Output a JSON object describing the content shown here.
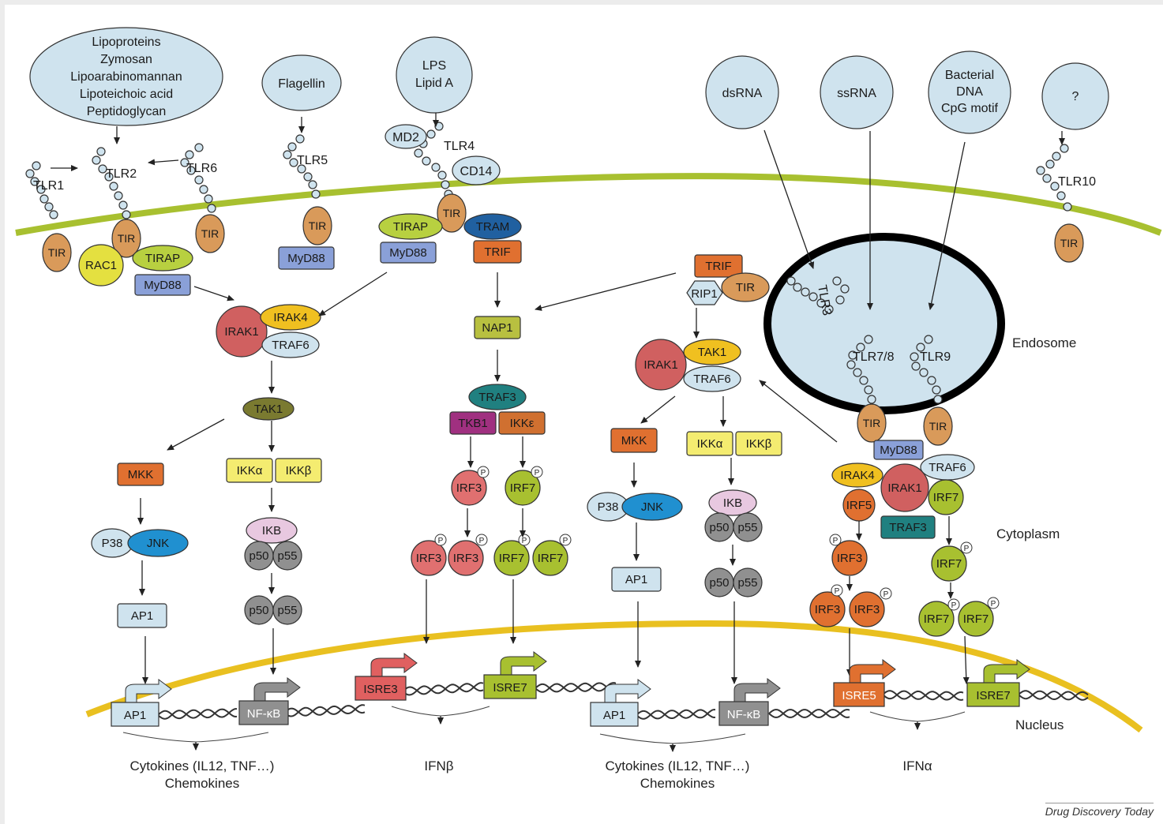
{
  "ligands": {
    "tlr2_group": [
      "Lipoproteins",
      "Zymosan",
      "Lipoarabinomannan",
      "Lipoteichoic acid",
      "Peptidoglycan"
    ],
    "tlr5": "Flagellin",
    "tlr4": [
      "LPS",
      "Lipid A"
    ],
    "tlr3": "dsRNA",
    "tlr78": "ssRNA",
    "tlr9": [
      "Bacterial",
      "DNA",
      "CpG motif"
    ],
    "tlr10": "?"
  },
  "receptors": {
    "tlr1": "TLR1",
    "tlr2": "TLR2",
    "tlr6": "TLR6",
    "tlr5": "TLR5",
    "tlr4": "TLR4",
    "md2": "MD2",
    "cd14": "CD14",
    "tlr10": "TLR10",
    "tlr3": "TLR3",
    "tlr78": "TLR7/8",
    "tlr9": "TLR9",
    "tir": "TIR"
  },
  "adaptors": {
    "rac1": "RAC1",
    "tirap": "TIRAP",
    "myd88": "MyD88",
    "tram": "TRAM",
    "trif": "TRIF",
    "rip1": "RIP1",
    "nap1": "NAP1"
  },
  "kinases": {
    "irak1": "IRAK1",
    "irak4": "IRAK4",
    "traf6": "TRAF6",
    "tak1": "TAK1",
    "mkk": "MKK",
    "ikka": "IKKα",
    "ikkb": "IKKβ",
    "p38": "P38",
    "jnk": "JNK",
    "ikb": "IKB",
    "p50": "p50",
    "p55": "p55",
    "ap1": "AP1",
    "traf3": "TRAF3",
    "tkb1": "TKB1",
    "ikke": "IKKε",
    "irf3": "IRF3",
    "irf7": "IRF7",
    "irf5": "IRF5",
    "phospho": "P"
  },
  "promoters": {
    "ap1": "AP1",
    "nfkb": "NF-κB",
    "isre3": "ISRE3",
    "isre7": "ISRE7",
    "isre5": "ISRE5"
  },
  "compartments": {
    "endosome": "Endosome",
    "cytoplasm": "Cytoplasm",
    "nucleus": "Nucleus"
  },
  "outputs": {
    "cytokines": [
      "Cytokines (IL12, TNF…)",
      "Chemokines"
    ],
    "ifnb": "IFNβ",
    "ifna": "IFNα"
  },
  "credit": "Drug Discovery Today",
  "colors": {
    "ligand": "#cfe3ee",
    "membrane": "#a8c030",
    "nucleus": "#e9c020",
    "tir": "#d99a5a",
    "myd88": "#8aa0d8",
    "tirap": "#b8d040",
    "irak1": "#d06060",
    "irak4": "#f0c020",
    "traf6": "#cfe3ee",
    "tak1": "#7a7a30",
    "mkk": "#e07030",
    "ikk": "#f4ec70",
    "jnk": "#2090d0",
    "ikb": "#e8c8e0",
    "p50": "#909090",
    "ap1": "#cfe3ee",
    "trif": "#e07030",
    "tram": "#2060a0",
    "nap1": "#b8c040",
    "traf3": "#208080",
    "tkb1": "#a03080",
    "ikke": "#d07030",
    "irf3": "#e07070",
    "irf7": "#a8c030",
    "irf5": "#e07030",
    "isre3": "#e06060",
    "nfkb": "#909090"
  }
}
